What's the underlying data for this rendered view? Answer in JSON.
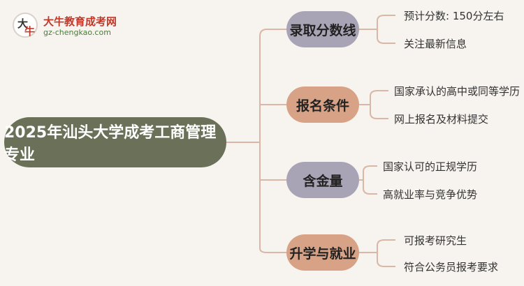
{
  "logo": {
    "name": "大牛教育成考网",
    "url": "gz-chengkao.com",
    "mark_top": "大",
    "mark_bottom": "牛"
  },
  "root": {
    "label": "2025年汕头大学成考工商管理专业"
  },
  "branches": [
    {
      "label": "录取分数线",
      "color": "#a9a4b5",
      "items": [
        "预计分数: 150分左右",
        "关注最新信息"
      ]
    },
    {
      "label": "报名条件",
      "color": "#d7a286",
      "items": [
        "国家承认的高中或同等学历",
        "网上报名及材料提交"
      ]
    },
    {
      "label": "含金量",
      "color": "#a9a4b5",
      "items": [
        "国家认可的正规学历",
        "高就业率与竞争优势"
      ]
    },
    {
      "label": "升学与就业",
      "color": "#d7a286",
      "items": [
        "可报考研究生",
        "符合公务员报考要求"
      ]
    }
  ],
  "colors": {
    "background": "#f7f3ee",
    "root": "#6b7158",
    "connector": "#d9b7a6"
  }
}
